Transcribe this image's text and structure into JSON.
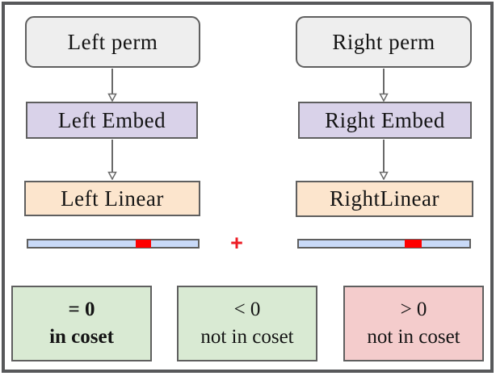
{
  "diagram": {
    "columns": [
      {
        "id": "left",
        "perm_label": "Left perm",
        "embed_label": "Left Embed",
        "linear_label": "Left Linear"
      },
      {
        "id": "right",
        "perm_label": "Right perm",
        "embed_label": "Right Embed",
        "linear_label": "RightLinear"
      }
    ],
    "plus_label": "+",
    "outcomes": [
      {
        "value": "= 0",
        "caption": "in coset"
      },
      {
        "value": "< 0",
        "caption": "not in coset"
      },
      {
        "value": "> 0",
        "caption": "not in coset"
      }
    ]
  },
  "colors": {
    "frame_border": "#57585a",
    "node_border": "#5f5f5f",
    "perm_fill": "#eeeeee",
    "embed_fill": "#d9d2e9",
    "linear_fill": "#fce5cd",
    "bar_fill": "#c9daf8",
    "highlight_red": "#ff0000",
    "plus_red": "#ed1c24",
    "green_fill": "#d9ead3",
    "pink_fill": "#f4cccc"
  },
  "css_vars": {
    "--frame-border": "#57585a",
    "--node-border": "#5f5f5f",
    "--perm-fill": "#eeeeee",
    "--embed-fill": "#d9d2e9",
    "--linear-fill": "#fce5cd",
    "--bar-fill": "#c9daf8",
    "--highlight-red": "#ff0000",
    "--plus-red": "#ed1c24",
    "--green-fill": "#d9ead3",
    "--pink-fill": "#f4cccc",
    "--text-color": "#141414",
    "--seg-left-start": "63.5%",
    "--seg-left-width": "9%",
    "--seg-right-start": "62.3%",
    "--seg-right-width": "9.8%"
  }
}
